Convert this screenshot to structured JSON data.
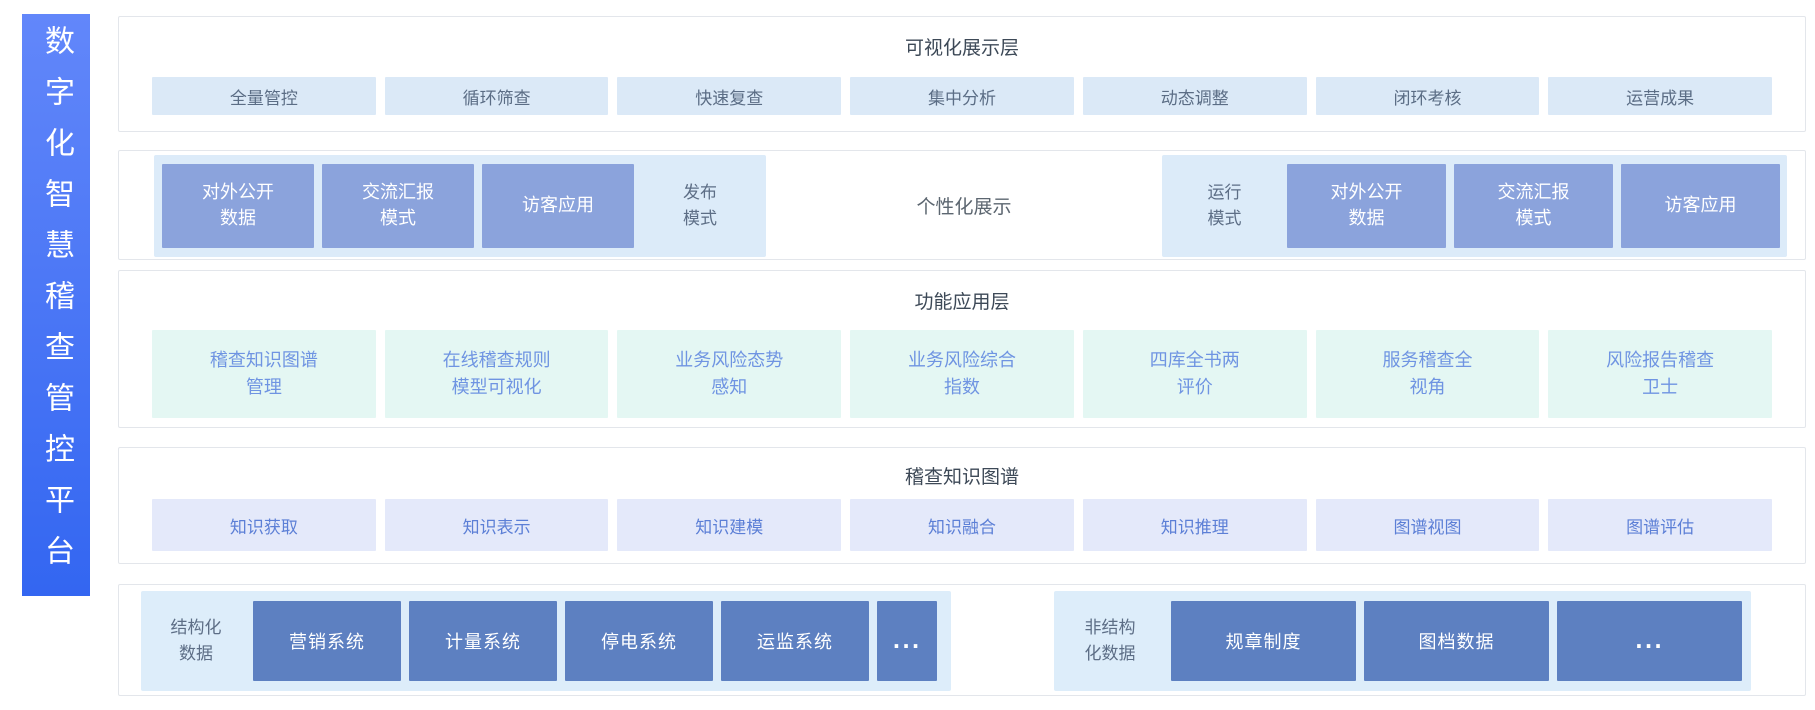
{
  "sidebar": {
    "title": "数字化智慧稽查管控平台"
  },
  "colors": {
    "sidebar_gradient_top": "#6287fa",
    "sidebar_gradient_bottom": "#3366f1",
    "tile_azure": "#dbe9f7",
    "tile_mint": "#e4f7f3",
    "tile_lavender": "#e4e9fa",
    "group_light_blue": "#dcebf9",
    "group_bottom_blue": "#ddedfa",
    "box_periwinkle": "#8ba3dc",
    "box_steel_blue": "#5d80c1",
    "title_text": "#3d4957",
    "label_text": "#5d6e86"
  },
  "layer1": {
    "title": "可视化展示层",
    "items": [
      "全量管控",
      "循环筛查",
      "快速复查",
      "集中分析",
      "动态调整",
      "闭环考核",
      "运营成果"
    ]
  },
  "layer2": {
    "publish_group": {
      "boxes": [
        "对外公开\n数据",
        "交流汇报\n模式",
        "访客应用"
      ],
      "label": "发布\n模式"
    },
    "center_label": "个性化展示",
    "run_group": {
      "label": "运行\n模式",
      "boxes": [
        "对外公开\n数据",
        "交流汇报\n模式",
        "访客应用"
      ]
    }
  },
  "layer3": {
    "title": "功能应用层",
    "items": [
      "稽查知识图谱\n管理",
      "在线稽查规则\n模型可视化",
      "业务风险态势\n感知",
      "业务风险综合\n指数",
      "四库全书两\n评价",
      "服务稽查全\n视角",
      "风险报告稽查\n卫士"
    ]
  },
  "layer4": {
    "title": "稽查知识图谱",
    "items": [
      "知识获取",
      "知识表示",
      "知识建模",
      "知识融合",
      "知识推理",
      "图谱视图",
      "图谱评估"
    ]
  },
  "layer5": {
    "structured": {
      "label": "结构化\n数据",
      "boxes": [
        "营销系统",
        "计量系统",
        "停电系统",
        "运监系统"
      ],
      "more": "..."
    },
    "unstructured": {
      "label": "非结构\n化数据",
      "boxes": [
        "规章制度",
        "图档数据"
      ],
      "more": "..."
    }
  }
}
